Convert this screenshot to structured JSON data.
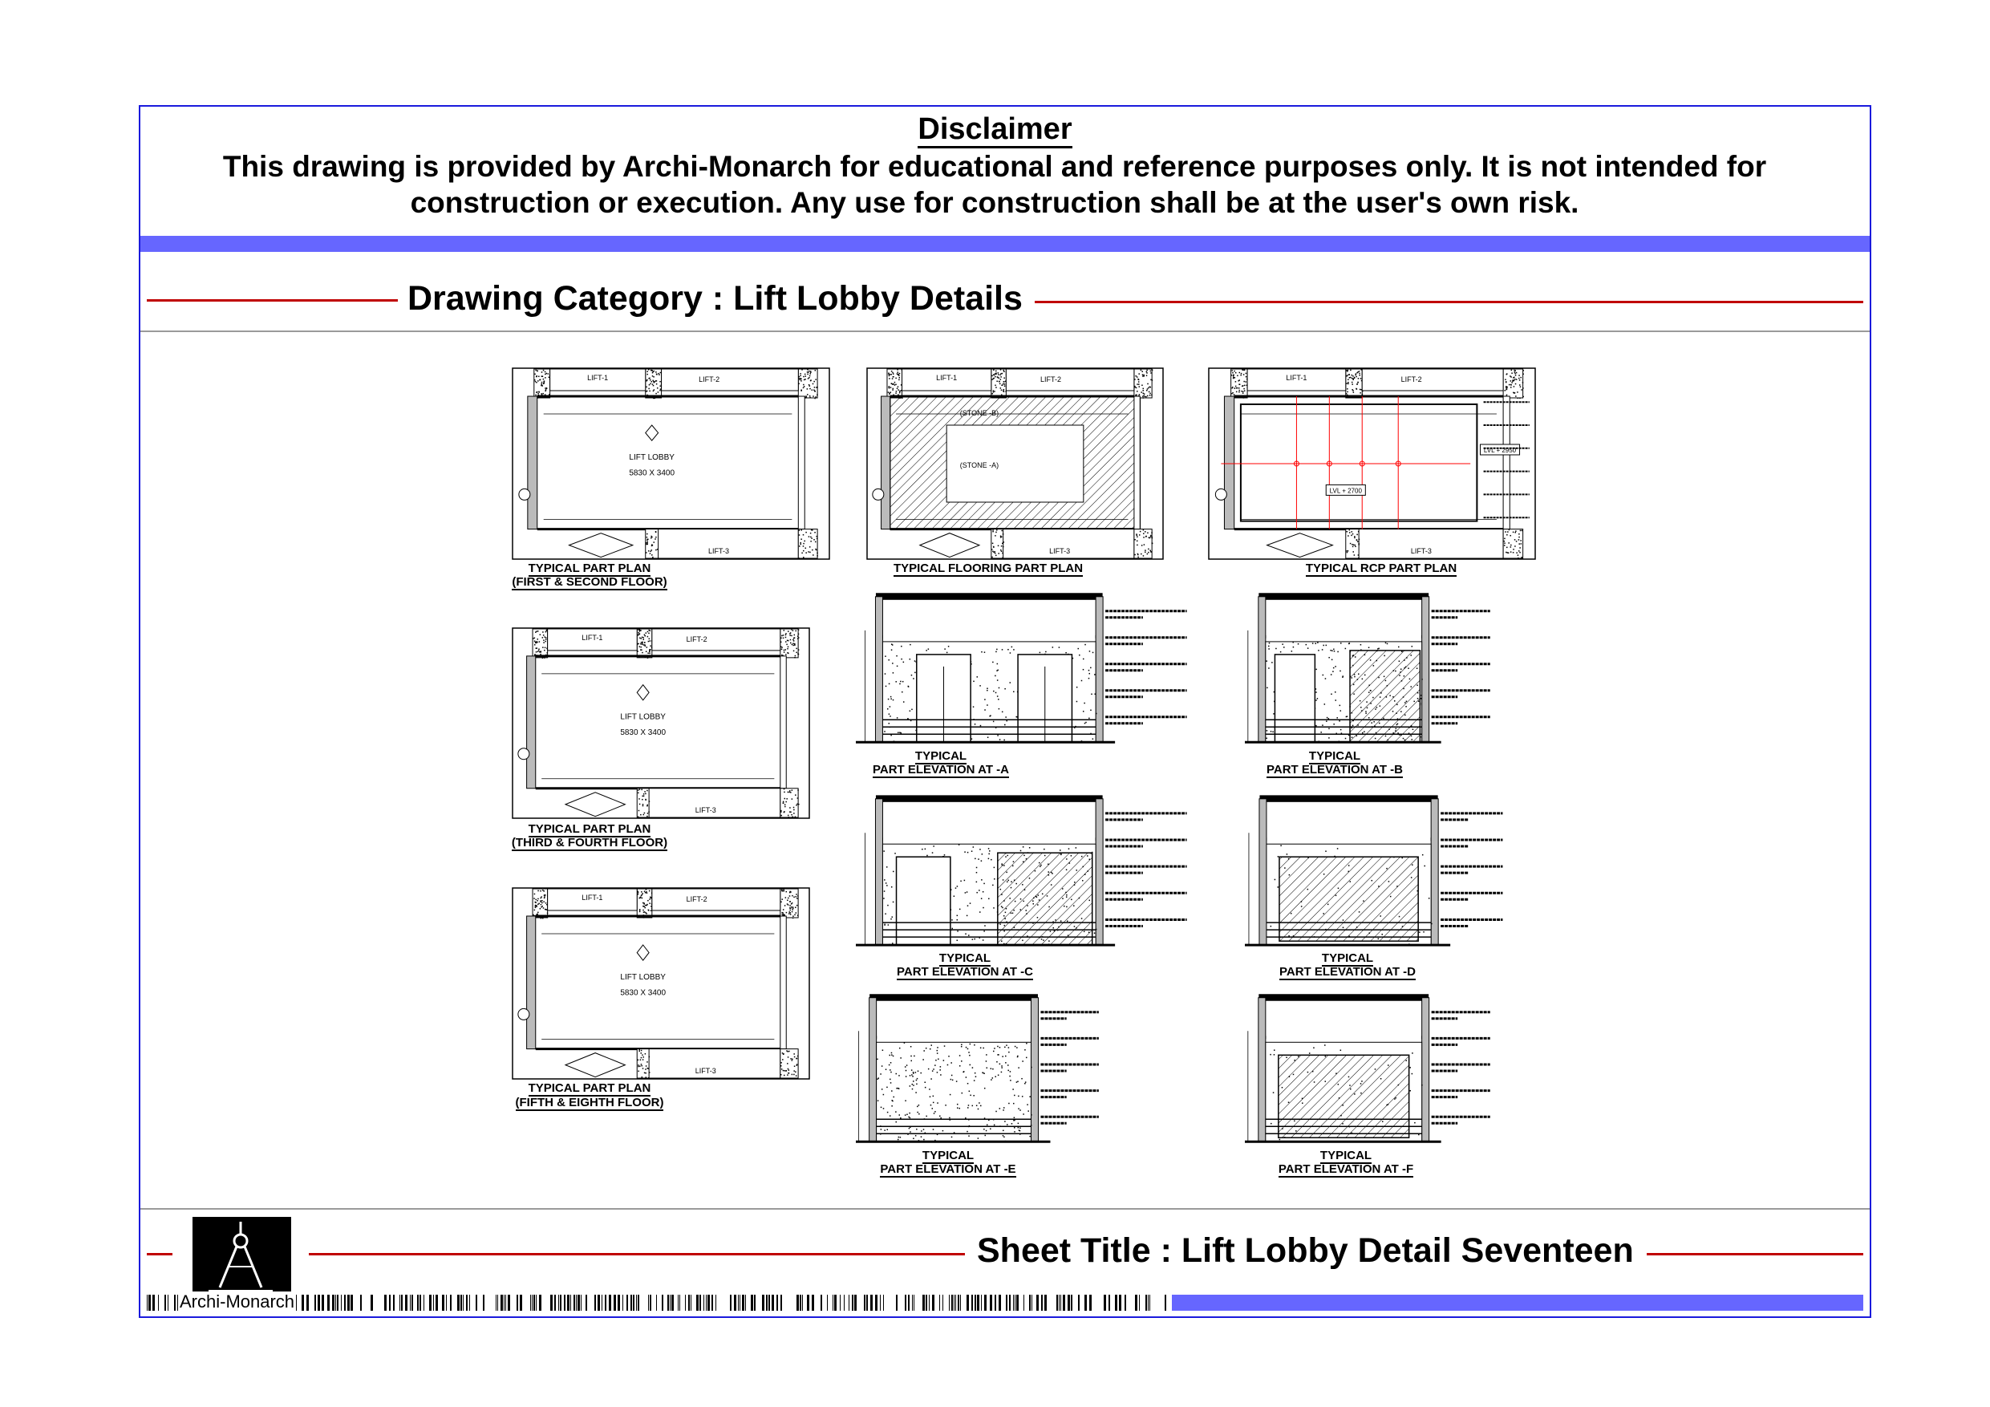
{
  "disclaimer": {
    "title": "Disclaimer",
    "line1": "This drawing is provided by Archi-Monarch for educational and reference purposes only. It is not intended for",
    "line2": "construction or execution. Any use for construction shall be at the user's own risk."
  },
  "category": "Drawing Category : Lift Lobby Details",
  "sheet_title": "Sheet Title : Lift Lobby Detail Seventeen",
  "brand": "Archi-Monarch",
  "colors": {
    "frame": "#1a1adc",
    "band": "#6666ff",
    "rule": "#c00000",
    "rcp_grid": "#ff0000"
  },
  "drawings": {
    "plan1": {
      "title": "TYPICAL PART PLAN",
      "subtitle": "(FIRST & SECOND FLOOR)",
      "lift1": "LIFT-1",
      "lift2": "LIFT-2",
      "lift3": "LIFT-3",
      "room": "LIFT LOBBY",
      "size": "5830 X 3400"
    },
    "flooring": {
      "title": "TYPICAL FLOORING PART PLAN",
      "lift1": "LIFT-1",
      "lift2": "LIFT-2",
      "lift3": "LIFT-3",
      "stone_b": "(STONE -B)",
      "stone_a": "(STONE -A)"
    },
    "rcp": {
      "title": "TYPICAL RCP  PART PLAN",
      "lift1": "LIFT-1",
      "lift2": "LIFT-2",
      "lift3": "LIFT-3",
      "lvl1": "LVL + 2950",
      "lvl2": "LVL + 2700"
    },
    "plan2": {
      "title": "TYPICAL PART PLAN",
      "subtitle": "(THIRD & FOURTH FLOOR)",
      "lift1": "LIFT-1",
      "lift2": "LIFT-2",
      "lift3": "LIFT-3",
      "room": "LIFT LOBBY",
      "size": "5830 X 3400"
    },
    "plan3": {
      "title": "TYPICAL PART PLAN",
      "subtitle": "(FIFTH & EIGHTH FLOOR)",
      "lift1": "LIFT-1",
      "lift2": "LIFT-2",
      "lift3": "LIFT-3",
      "room": "LIFT LOBBY",
      "size": "5830 X 3400"
    },
    "elevA": {
      "title": "TYPICAL",
      "subtitle": "PART ELEVATION AT -A"
    },
    "elevB": {
      "title": "TYPICAL",
      "subtitle": "PART ELEVATION AT -B"
    },
    "elevC": {
      "title": "TYPICAL",
      "subtitle": "PART ELEVATION AT -C"
    },
    "elevD": {
      "title": "TYPICAL",
      "subtitle": "PART ELEVATION AT -D"
    },
    "elevE": {
      "title": "TYPICAL",
      "subtitle": "PART ELEVATION AT -E"
    },
    "elevF": {
      "title": "TYPICAL",
      "subtitle": "PART ELEVATION AT -F"
    }
  }
}
